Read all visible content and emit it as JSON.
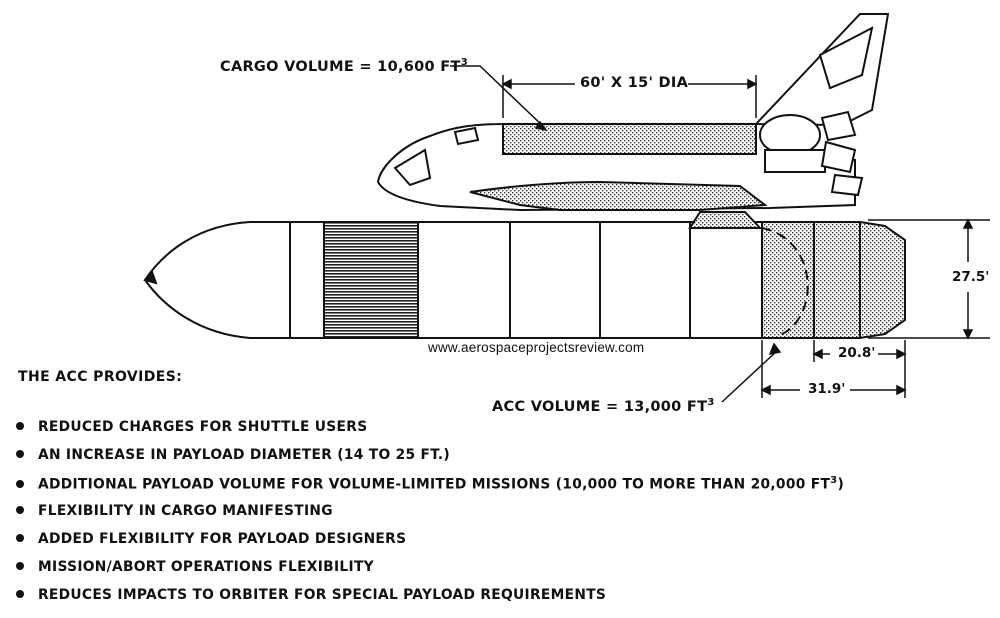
{
  "labels": {
    "cargo_volume": "CARGO VOLUME = 10,600 FT",
    "cargo_volume_exp": "3",
    "bay_dimensions": "60' X 15' DIA",
    "tank_diameter": "27.5'",
    "acc_length_inner": "20.8'",
    "acc_length_outer": "31.9'",
    "acc_volume": "ACC VOLUME = 13,000 FT",
    "acc_volume_exp": "3",
    "website": "www.aerospaceprojectsreview.com"
  },
  "list": {
    "heading": "THE ACC PROVIDES:",
    "items": [
      {
        "text": "REDUCED CHARGES FOR SHUTTLE USERS",
        "sup": ""
      },
      {
        "text": "AN INCREASE IN PAYLOAD DIAMETER (14 TO 25 FT.)",
        "sup": ""
      },
      {
        "text": "ADDITIONAL PAYLOAD VOLUME FOR VOLUME-LIMITED MISSIONS (10,000 TO MORE THAN 20,000 FT",
        "sup": "3",
        "tail": ")"
      },
      {
        "text": "FLEXIBILITY IN CARGO MANIFESTING",
        "sup": ""
      },
      {
        "text": "ADDED FLEXIBILITY FOR PAYLOAD DESIGNERS",
        "sup": ""
      },
      {
        "text": "MISSION/ABORT OPERATIONS FLEXIBILITY",
        "sup": ""
      },
      {
        "text": "REDUCES IMPACTS TO ORBITER FOR SPECIAL PAYLOAD REQUIREMENTS",
        "sup": ""
      }
    ]
  }
}
